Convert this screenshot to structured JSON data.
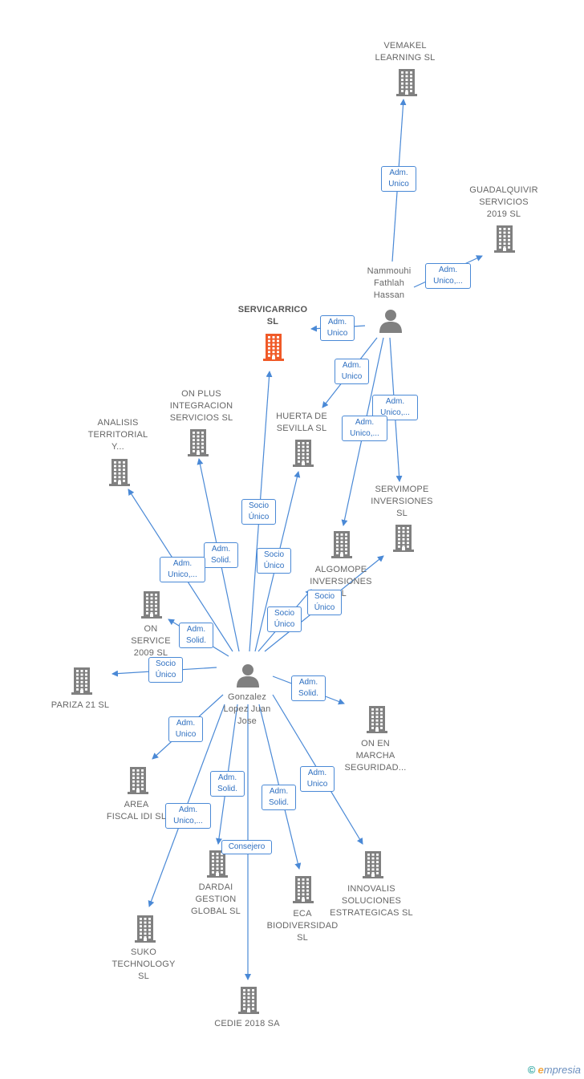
{
  "colors": {
    "edge": "#4a89d6",
    "company": "#808080",
    "focus_company": "#f05a28",
    "person": "#808080"
  },
  "nodes": [
    {
      "id": "vemakel",
      "kind": "company",
      "label": "VEMAKEL\nLEARNING SL"
    },
    {
      "id": "guadalquivir",
      "kind": "company",
      "label": "GUADALQUIVIR\nSERVICIOS\n2019  SL"
    },
    {
      "id": "nammouhi",
      "kind": "person",
      "label": "Nammouhi\nFathlah\nHassan"
    },
    {
      "id": "servicarrico",
      "kind": "company",
      "focus": true,
      "label": "SERVICARRICO\nSL"
    },
    {
      "id": "onplus",
      "kind": "company",
      "label": "ON PLUS\nINTEGRACION\nSERVICIOS SL"
    },
    {
      "id": "analisis",
      "kind": "company",
      "label": "ANALISIS\nTERRITORIAL\nY..."
    },
    {
      "id": "huerta",
      "kind": "company",
      "label": "HUERTA DE\nSEVILLA  SL"
    },
    {
      "id": "servimope",
      "kind": "company",
      "label": "SERVIMOPE\nINVERSIONES\nSL"
    },
    {
      "id": "algomope",
      "kind": "company",
      "label": "ALGOMOPE\nINVERSIONES\nSL"
    },
    {
      "id": "onservice",
      "kind": "company",
      "label": "ON\nSERVICE\n2009  SL"
    },
    {
      "id": "pariza",
      "kind": "company",
      "label": "PARIZA 21  SL"
    },
    {
      "id": "gonzalez",
      "kind": "person",
      "label": "Gonzalez\nLopez Juan\nJose"
    },
    {
      "id": "onenmarcha",
      "kind": "company",
      "label": "ON EN\nMARCHA\nSEGURIDAD..."
    },
    {
      "id": "area",
      "kind": "company",
      "label": "AREA\nFISCAL IDI  SL"
    },
    {
      "id": "dardai",
      "kind": "company",
      "label": "DARDAI\nGESTION\nGLOBAL SL"
    },
    {
      "id": "eca",
      "kind": "company",
      "label": "ECA\nBIODIVERSIDAD\nSL"
    },
    {
      "id": "innovalis",
      "kind": "company",
      "label": "INNOVALIS\nSOLUCIONES\nESTRATEGICAS SL"
    },
    {
      "id": "suko",
      "kind": "company",
      "label": "SUKO\nTECHNOLOGY\nSL"
    },
    {
      "id": "cedie",
      "kind": "company",
      "label": "CEDIE 2018 SA"
    }
  ],
  "edges": [
    {
      "from": "nammouhi",
      "to": "vemakel",
      "label": "Adm.\nUnico"
    },
    {
      "from": "nammouhi",
      "to": "guadalquivir",
      "label": "Adm.\nUnico,..."
    },
    {
      "from": "nammouhi",
      "to": "servicarrico",
      "label": "Adm.\nUnico"
    },
    {
      "from": "nammouhi",
      "to": "huerta",
      "label": "Adm.\nUnico"
    },
    {
      "from": "nammouhi",
      "to": "servimope",
      "label": "Adm.\nUnico,..."
    },
    {
      "from": "nammouhi",
      "to": "algomope",
      "label": "Adm.\nUnico,..."
    },
    {
      "from": "gonzalez",
      "to": "servicarrico",
      "label": "Socio\nÚnico"
    },
    {
      "from": "gonzalez",
      "to": "onplus",
      "label": "Adm.\nSolid."
    },
    {
      "from": "gonzalez",
      "to": "analisis",
      "label": "Adm.\nUnico,..."
    },
    {
      "from": "gonzalez",
      "to": "huerta",
      "label": "Socio\nÚnico"
    },
    {
      "from": "gonzalez",
      "to": "algomope",
      "label": "Socio\nÚnico"
    },
    {
      "from": "gonzalez",
      "to": "servimope",
      "label": "Socio\nÚnico"
    },
    {
      "from": "gonzalez",
      "to": "onservice",
      "label": "Adm.\nSolid."
    },
    {
      "from": "gonzalez",
      "to": "pariza",
      "label": "Socio\nÚnico"
    },
    {
      "from": "gonzalez",
      "to": "onenmarcha",
      "label": "Adm.\nSolid."
    },
    {
      "from": "gonzalez",
      "to": "area",
      "label": "Adm.\nUnico"
    },
    {
      "from": "gonzalez",
      "to": "dardai",
      "label": "Adm.\nSolid."
    },
    {
      "from": "gonzalez",
      "to": "eca",
      "label": "Adm.\nSolid."
    },
    {
      "from": "gonzalez",
      "to": "innovalis",
      "label": "Adm.\nUnico"
    },
    {
      "from": "gonzalez",
      "to": "suko",
      "label": "Adm.\nUnico,..."
    },
    {
      "from": "gonzalez",
      "to": "cedie",
      "label": "Consejero"
    }
  ],
  "footer": {
    "copyright": "©",
    "brand_first": "e",
    "brand_rest": "mpresia"
  }
}
